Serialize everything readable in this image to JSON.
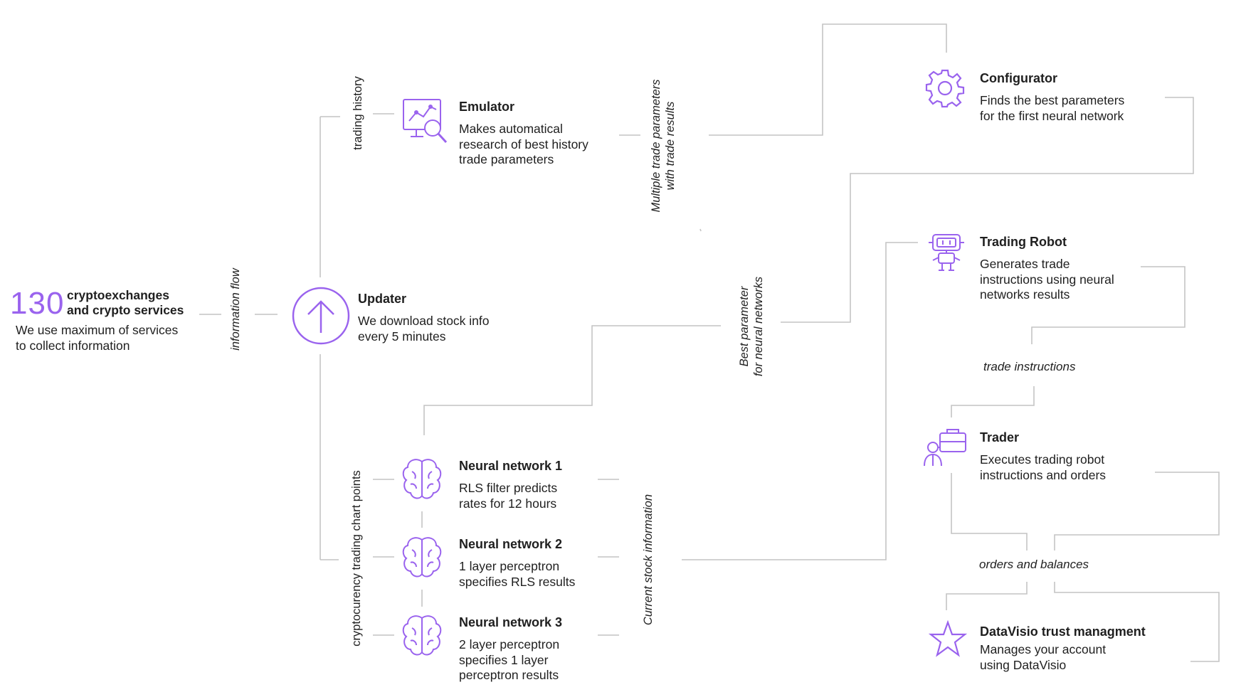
{
  "colors": {
    "accent": "#9a63ee",
    "line": "#c4c4c4",
    "text": "#1f1f1f"
  },
  "source": {
    "count": "130",
    "title": "cryptoexchanges\nand crypto services",
    "desc": "We use maximum of services\nto collect information"
  },
  "labels": {
    "information_flow": "information flow",
    "trading_history": "trading history",
    "chart_points": "cryptocurency trading chart points",
    "multiple_params": "Multiple trade parameters\nwith trade results",
    "best_param": "Best parameter\nfor neural networks",
    "current_stock": "Current stock information",
    "trade_instructions": "trade instructions",
    "orders_balances": "orders and balances"
  },
  "nodes": {
    "updater": {
      "title": "Updater",
      "desc": "We download stock info\nevery 5 minutes",
      "icon": "arrow-up-circle-icon"
    },
    "emulator": {
      "title": "Emulator",
      "desc": "Makes automatical\nresearch of best history\ntrade parameters",
      "icon": "chart-magnifier-icon"
    },
    "nn1": {
      "title": "Neural network 1",
      "desc": "RLS filter predicts\nrates for 12 hours",
      "icon": "brain-icon"
    },
    "nn2": {
      "title": "Neural network 2",
      "desc": "1 layer perceptron\nspecifies RLS results",
      "icon": "brain-icon"
    },
    "nn3": {
      "title": "Neural network 3",
      "desc": "2 layer perceptron\nspecifies 1 layer\nperceptron results",
      "icon": "brain-icon"
    },
    "configurator": {
      "title": "Configurator",
      "desc": "Finds the best parameters\nfor the first neural network",
      "icon": "gear-icon"
    },
    "robot": {
      "title": "Trading Robot",
      "desc": "Generates trade\ninstructions using neural\nnetworks results",
      "icon": "robot-icon"
    },
    "trader": {
      "title": "Trader",
      "desc": "Executes trading robot\ninstructions and orders",
      "icon": "trader-briefcase-icon"
    },
    "datavisio": {
      "title": "DataVisio trust managment",
      "desc": "Manages your account\nusing DataVisio",
      "icon": "star-icon"
    }
  }
}
